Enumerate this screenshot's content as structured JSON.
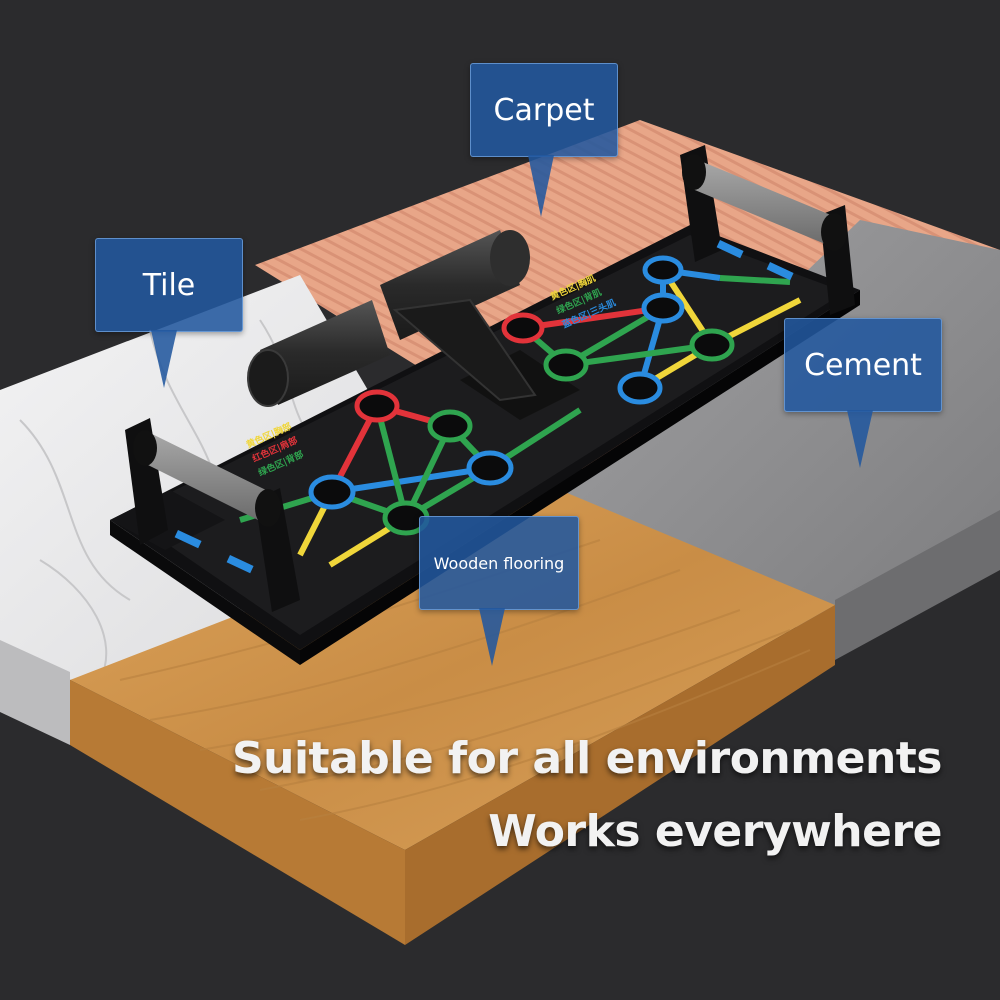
{
  "callouts": {
    "carpet": "Carpet",
    "tile": "Tile",
    "cement": "Cement",
    "wood": "Wooden flooring"
  },
  "headline": {
    "line1": "Suitable for all environments",
    "line2": "Works everywhere"
  },
  "board_labels": {
    "left": [
      "黄色区|胸部",
      "红色区|肩部",
      "绿色区|背部"
    ],
    "right": [
      "黄色区|胸肌",
      "绿色区|背肌",
      "蓝色区|三头肌"
    ]
  },
  "colors": {
    "background": "#2b2b2d",
    "callout": "#22589e",
    "carpet": "#e7a486",
    "tile": "#e9e9ea",
    "cement": "#8f8f91",
    "wood": "#d1994f",
    "board": "#1b1b1d",
    "red": "#e2333a",
    "green": "#2fa44f",
    "blue": "#2a8ce0",
    "yellow": "#f0d63a"
  }
}
